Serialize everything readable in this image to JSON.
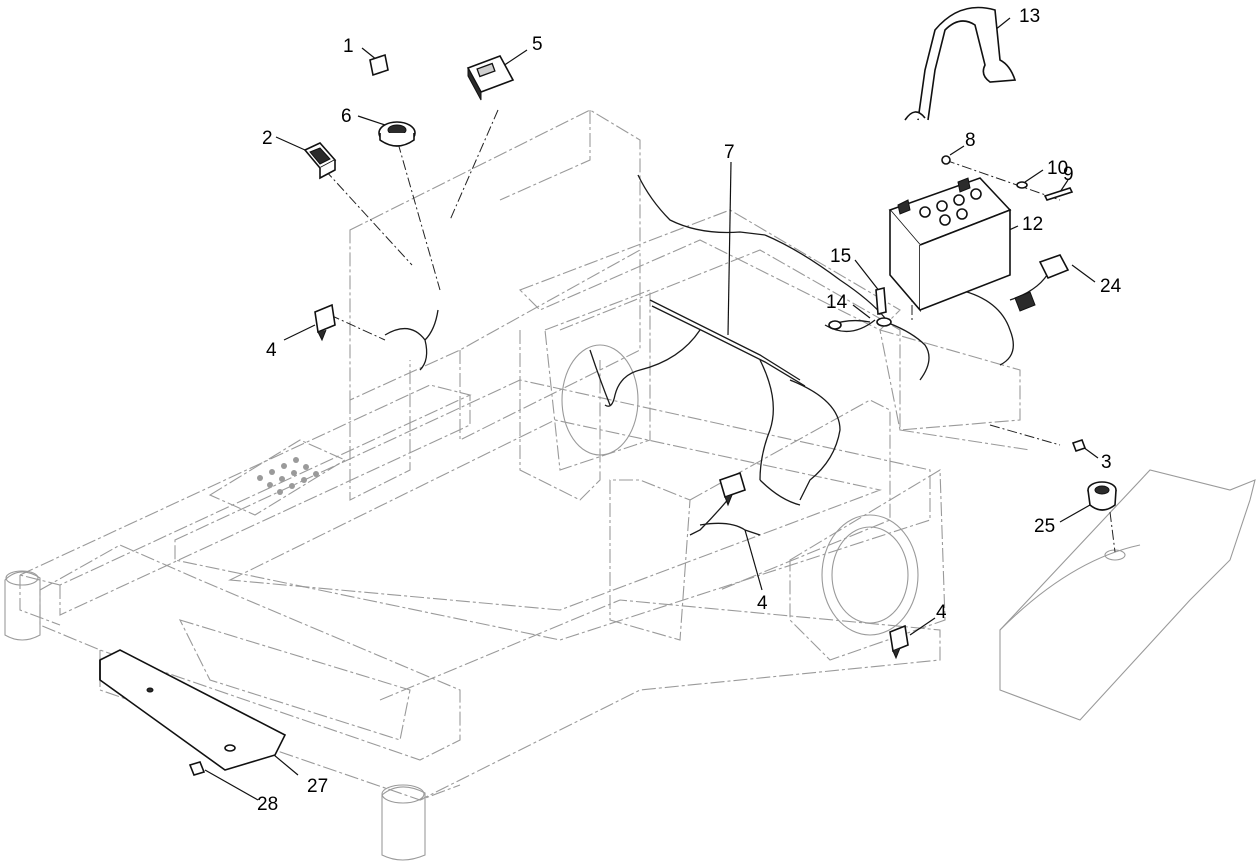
{
  "callouts": [
    {
      "id": "c1",
      "label": "1"
    },
    {
      "id": "c2",
      "label": "2"
    },
    {
      "id": "c3",
      "label": "3"
    },
    {
      "id": "c4a",
      "label": "4"
    },
    {
      "id": "c4b",
      "label": "4"
    },
    {
      "id": "c4c",
      "label": "4"
    },
    {
      "id": "c5",
      "label": "5"
    },
    {
      "id": "c6",
      "label": "6"
    },
    {
      "id": "c7",
      "label": "7"
    },
    {
      "id": "c8",
      "label": "8"
    },
    {
      "id": "c9",
      "label": "9"
    },
    {
      "id": "c10",
      "label": "10"
    },
    {
      "id": "c12",
      "label": "12"
    },
    {
      "id": "c13",
      "label": "13"
    },
    {
      "id": "c14",
      "label": "14"
    },
    {
      "id": "c15",
      "label": "15"
    },
    {
      "id": "c24",
      "label": "24"
    },
    {
      "id": "c25",
      "label": "25"
    },
    {
      "id": "c27",
      "label": "27"
    },
    {
      "id": "c28",
      "label": "28"
    }
  ]
}
